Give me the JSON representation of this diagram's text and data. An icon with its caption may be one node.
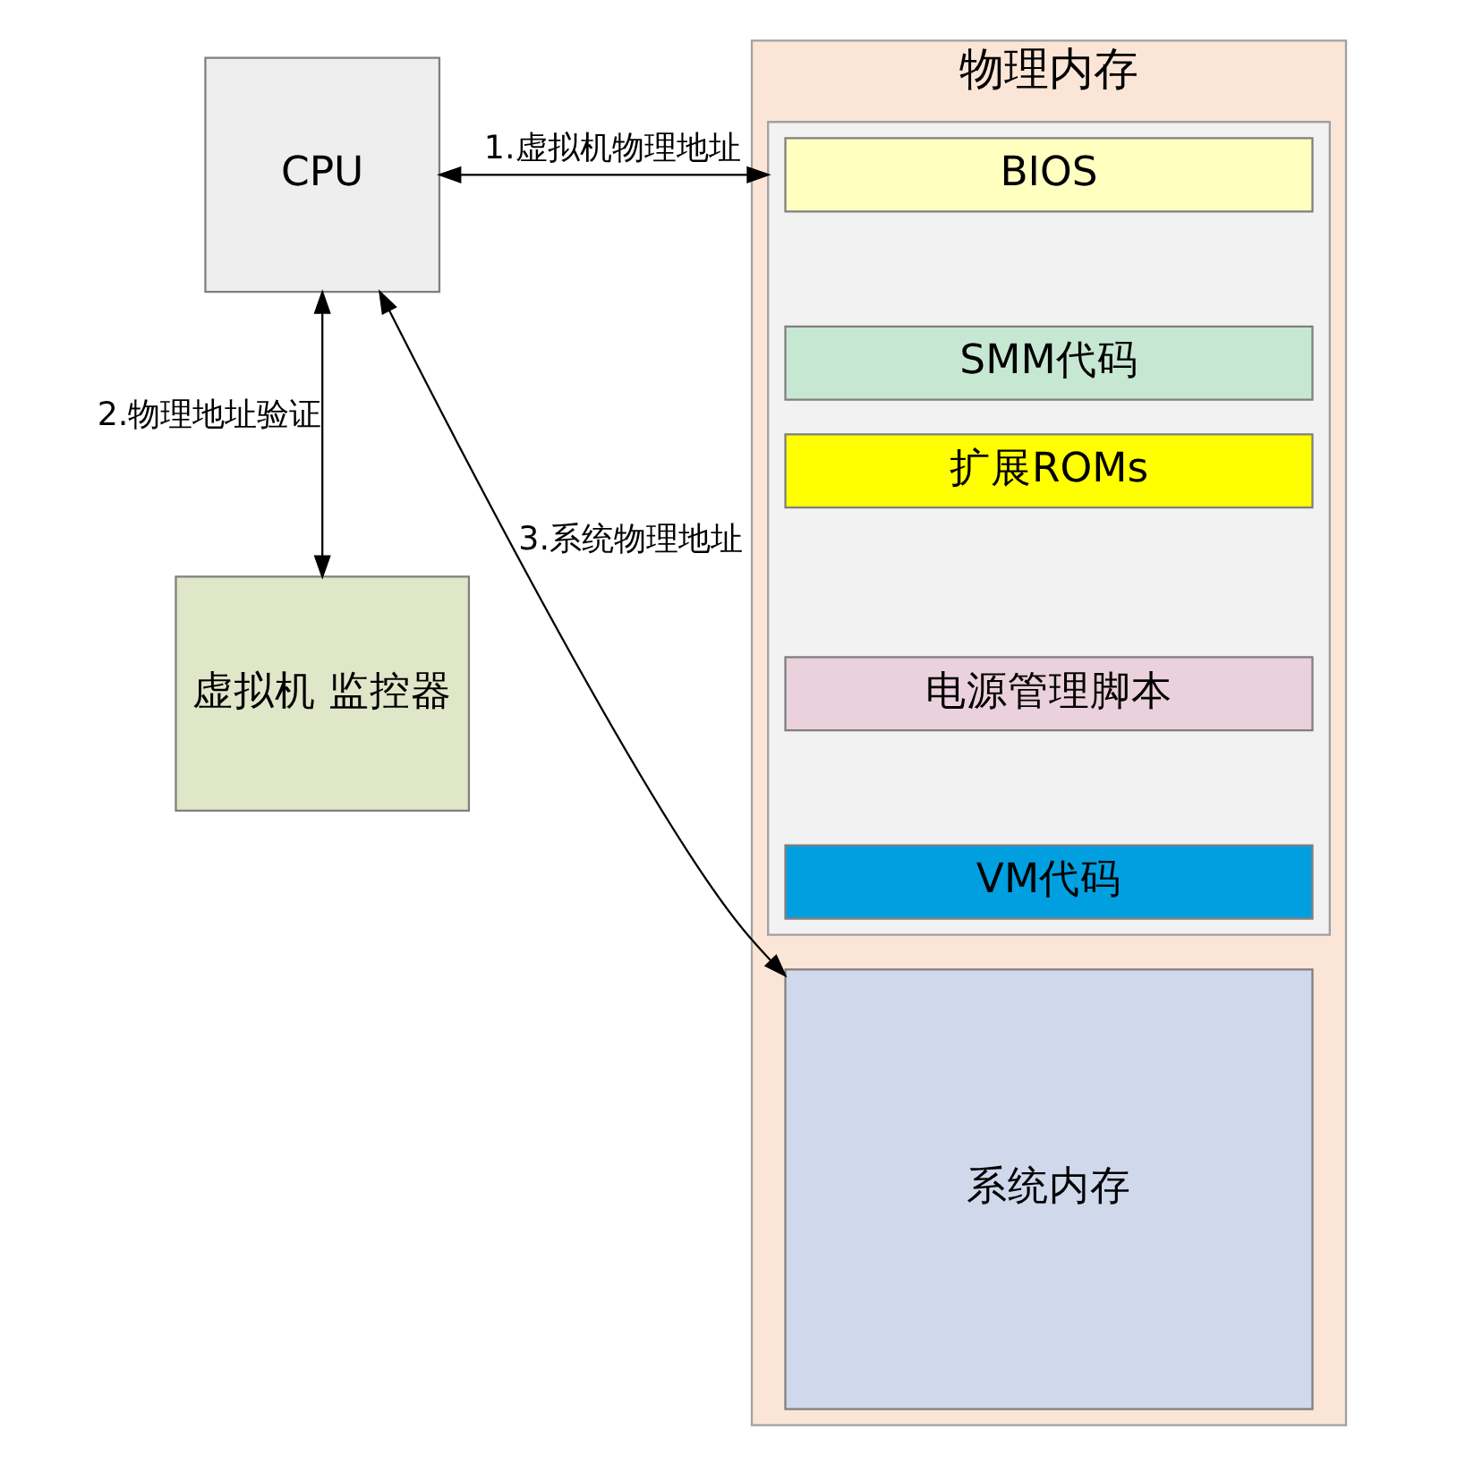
{
  "diagram": {
    "nodes": [
      {
        "text": [
          "物理内存"
        ]
      },
      {
        "text": [],
        "shape": "box",
        "in": 0
      },
      {
        "text": [
          "BIOS"
        ],
        "in": 1
      },
      {
        "text": [
          "SMM代码"
        ],
        "in": 1
      },
      {
        "text": [
          "扩展ROMs"
        ],
        "in": 1
      },
      {
        "text": [
          "电源管理脚本"
        ],
        "in": 1
      },
      {
        "text": [
          "VM代码"
        ],
        "in": 1
      },
      {
        "text": [
          "系统内存"
        ],
        "in": 0
      },
      {
        "text": [
          "CPU"
        ]
      },
      {
        "text": [
          "虚拟机 监控器"
        ]
      }
    ],
    "edges": [
      {
        "from": 8,
        "to": 1,
        "arrow": "both",
        "label": "1.虚拟机物理地址"
      },
      {
        "from": 8,
        "to": 9,
        "arrow": "both",
        "label": "2.物理地址验证"
      },
      {
        "from": 8,
        "to": 7,
        "arrow": "both",
        "label": "3.系统物理地址"
      }
    ]
  }
}
